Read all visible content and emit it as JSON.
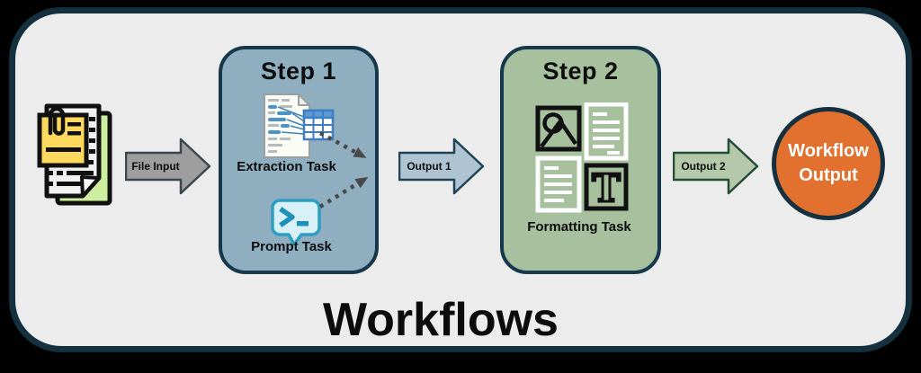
{
  "diagram": {
    "title": "Workflows",
    "input": {
      "icon": "document-stack-icon",
      "arrow_label": "File Input",
      "arrow_color": "#9E9E9E"
    },
    "steps": [
      {
        "label": "Step 1",
        "box_color": "#8FAEC0",
        "tasks": [
          {
            "label": "Extraction Task",
            "icon": "document-to-table-icon"
          },
          {
            "label": "Prompt Task",
            "icon": "terminal-prompt-bubble-icon"
          }
        ],
        "output_arrow": {
          "label": "Output 1",
          "color": "#AFC4D2"
        }
      },
      {
        "label": "Step 2",
        "box_color": "#A7C09E",
        "tasks": [
          {
            "label": "Formatting Task",
            "icon": "image-text-tiles-icon"
          }
        ],
        "output_arrow": {
          "label": "Output 2",
          "color": "#B3C9A9"
        }
      }
    ],
    "result": {
      "line1": "Workflow",
      "line2": "Output",
      "color": "#E2702E"
    },
    "connectors": {
      "style": "dotted-arrow",
      "color": "#484848"
    }
  },
  "colors": {
    "outer_background": "#010101",
    "frame_fill": "#ECECEC",
    "frame_border": "#14303F",
    "step_border": "#16384C",
    "text": "#0D0D0D"
  }
}
